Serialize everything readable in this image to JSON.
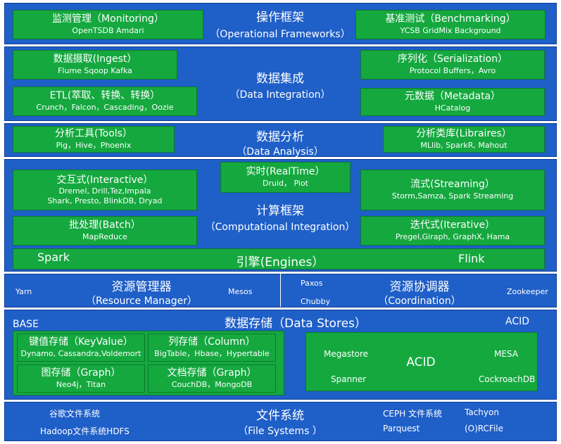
{
  "operational": {
    "title": "操作框架",
    "subtitle": "（Operational Frameworks）",
    "monitoring": {
      "title": "监测管理（Monitoring）",
      "items": "OpenTSDB  Amdari"
    },
    "benchmarking": {
      "title": "基准测试（Benchmarking）",
      "items": "YCSB GridMix Background"
    }
  },
  "integration": {
    "title": "数据集成",
    "subtitle": "（Data Integration）",
    "ingest": {
      "title": "数据摄取(Ingest）",
      "items": "Flume Sqoop Kafka"
    },
    "etl": {
      "title": "ETL(萃取、转换、转换）",
      "items": "Crunch，Falcon，Cascading，Oozie"
    },
    "serialization": {
      "title": "序列化（Serialization）",
      "items": "Protocol Buffers，Avro"
    },
    "metadata": {
      "title": "元数据（Metadata）",
      "items": "HCatalog"
    }
  },
  "analysis": {
    "title": "数据分析",
    "subtitle": "（Data Analysis）",
    "tools": {
      "title": "分析工具(Tools）",
      "items": "Pig，Hive，Phoenix"
    },
    "libraries": {
      "title": "分析类库(Libraires）",
      "items": "MLlib, SparkR, Mahout"
    }
  },
  "computation": {
    "title": "计算框架",
    "subtitle": "（Computational Integration）",
    "interactive": {
      "title": "交互式(Interactive）",
      "items1": "Dremel, Drill,Tez,Impala",
      "items2": "Shark, Presto, BlinkDB, Dryad"
    },
    "realtime": {
      "title": "实时(RealTime）",
      "items": "Druid， Piot"
    },
    "streaming": {
      "title": "流式(Streaming）",
      "items": "Storm,Samza, Spark Streaming"
    },
    "batch": {
      "title": "批处理(Batch）",
      "items": "MapReduce"
    },
    "iterative": {
      "title": "迭代式(Iterative）",
      "items": "Pregel,Giraph, GraphX, Hama"
    }
  },
  "engines": {
    "title": "引擎(Engines）",
    "left": "Spark",
    "right": "Flink"
  },
  "resource": {
    "title": "资源管理器",
    "subtitle": "（Resource Manager）",
    "left": "Yarn",
    "right": "Mesos"
  },
  "coordination": {
    "title": "资源协调器",
    "subtitle": "（Coordination）",
    "item1": "Paxos",
    "item2": "Chubby",
    "item3": "Zookeeper"
  },
  "stores": {
    "title": "数据存储（Data Stores）",
    "base_label": "BASE",
    "acid_label": "ACID",
    "keyvalue": {
      "title": "键值存储（KeyValue）",
      "items": "Dynamo, Cassandra,Voldemort"
    },
    "column": {
      "title": "列存储（Column）",
      "items": "BigTable，Hbase，Hypertable"
    },
    "graph": {
      "title": "图存储（Graph）",
      "items": "Neo4j，Titan"
    },
    "document": {
      "title": "文档存储（Graph）",
      "items": "CouchDB，MongoDB"
    },
    "acid_box": {
      "center": "ACID",
      "tl": "Megastore",
      "tr": "MESA",
      "bl": "Spanner",
      "br": "CockroachDB"
    }
  },
  "filesystems": {
    "title": "文件系统",
    "subtitle": "（File Systems  ）",
    "google": "谷歌文件系统",
    "hdfs": "Hadoop文件系统HDFS",
    "ceph": "CEPH 文件系统",
    "tachyon": "Tachyon",
    "parquest": "Parquest",
    "orcfile": "(O)RCFile"
  },
  "colors": {
    "band_blue": "#1f5fc8",
    "box_green": "#15a83f",
    "text": "#ffffff"
  }
}
